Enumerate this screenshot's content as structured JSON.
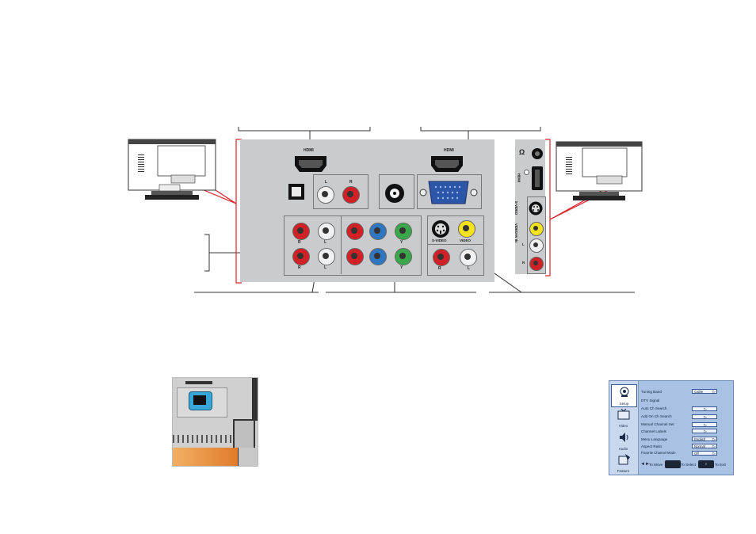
{
  "rear_panel": {
    "hdmi_1_label": "HDMI",
    "hdmi_2_label": "HDMI",
    "audio_L": "L",
    "audio_R": "R",
    "component_left": {
      "r1": "R",
      "l1": "L",
      "r2": "R",
      "l2": "L"
    },
    "component_y1": "Y",
    "component_y2": "Y",
    "av_svideo": "S-VIDEO",
    "av_video": "VIDEO",
    "av_R": "R",
    "av_L": "L"
  },
  "side_panel": {
    "hdmi_label": "HDMI",
    "svideo_label": "S-VIDEO",
    "video_label": "VIDEO",
    "av_in_label": "AV IN",
    "l_label": "L",
    "r_label": "R"
  },
  "osd_menu": {
    "tabs": [
      {
        "label": "Setup"
      },
      {
        "label": "Video"
      },
      {
        "label": "Audio"
      },
      {
        "label": "Feature"
      }
    ],
    "rows": [
      {
        "label": "Tuning Band",
        "value": "Cable"
      },
      {
        "label": "DTV Signal",
        "value": ""
      },
      {
        "label": "Auto Ch Search",
        "value": ""
      },
      {
        "label": "Add On Ch Search",
        "value": ""
      },
      {
        "label": "Manual Channel Set",
        "value": ""
      },
      {
        "label": "Channel Labels",
        "value": ""
      },
      {
        "label": "Menu Language",
        "value": "English"
      },
      {
        "label": "Aspect Ratio",
        "value": "Normal"
      },
      {
        "label": "Favorite Channel Mode",
        "value": "Off"
      }
    ],
    "footer": {
      "move": "To Move",
      "select": "To Select",
      "exit": "To Exit",
      "exit_key": "I"
    }
  },
  "colors": {
    "callout_red": "#d9232a",
    "panel_gray": "#c9cbcd",
    "rca_red": "#d22027",
    "rca_white": "#f1f1f1",
    "rca_blue": "#2f77c0",
    "rca_green": "#3aa84a",
    "rca_yellow": "#f4e21c",
    "vga_blue": "#2c56a8",
    "power_socket_blue": "#39a6d8",
    "power_gradient_orange": "#e07b2a"
  },
  "icons": [
    "tv-back-icon",
    "hdmi-port-icon",
    "optical-port-icon",
    "coax-port-icon",
    "vga-port-icon",
    "rca-jack-icon",
    "svideo-port-icon",
    "headphone-jack-icon",
    "power-socket-icon",
    "setup-tab-icon",
    "video-tab-icon",
    "audio-tab-icon",
    "feature-tab-icon"
  ]
}
